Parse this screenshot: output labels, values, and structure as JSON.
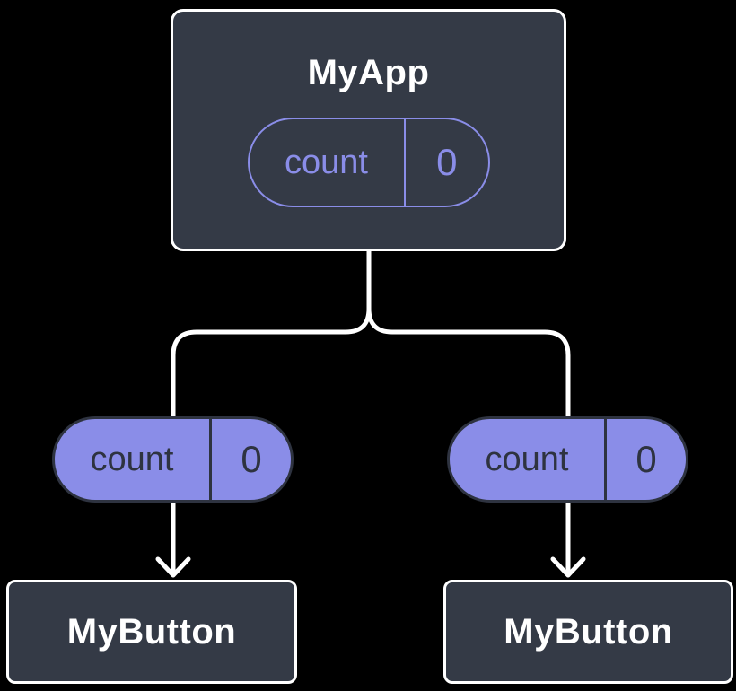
{
  "colors": {
    "background": "#000000",
    "node_fill": "#343A46",
    "node_border": "#FFFFFF",
    "accent": "#8A8DE8",
    "pill_dark": "#2E3340",
    "connector": "#FFFFFF"
  },
  "diagram": {
    "type": "component-tree",
    "root": {
      "title": "MyApp",
      "state": {
        "name": "count",
        "value": "0"
      }
    },
    "children": [
      {
        "title": "MyButton",
        "prop": {
          "name": "count",
          "value": "0"
        }
      },
      {
        "title": "MyButton",
        "prop": {
          "name": "count",
          "value": "0"
        }
      }
    ]
  }
}
